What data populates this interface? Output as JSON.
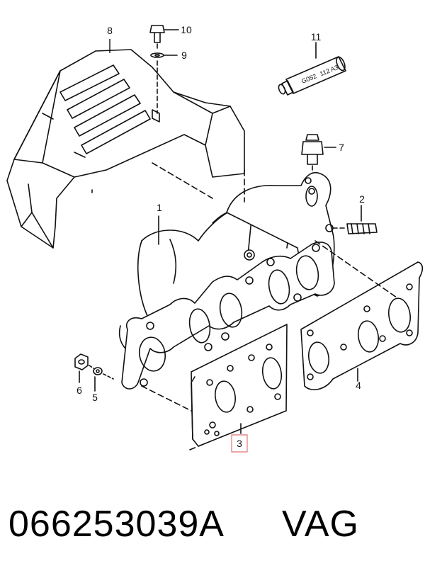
{
  "callouts": {
    "c1": "1",
    "c2": "2",
    "c3": "3",
    "c4": "4",
    "c5": "5",
    "c6": "6",
    "c7": "7",
    "c8": "8",
    "c9": "9",
    "c10": "10",
    "c11": "11"
  },
  "sealant_tube": {
    "label_line1": "G052",
    "label_line2": "112 A3"
  },
  "footer": {
    "part_number": "066253039A",
    "brand": "VAG"
  },
  "colors": {
    "line": "#111111",
    "highlight_box": "#e58a8a",
    "background": "#ffffff"
  }
}
